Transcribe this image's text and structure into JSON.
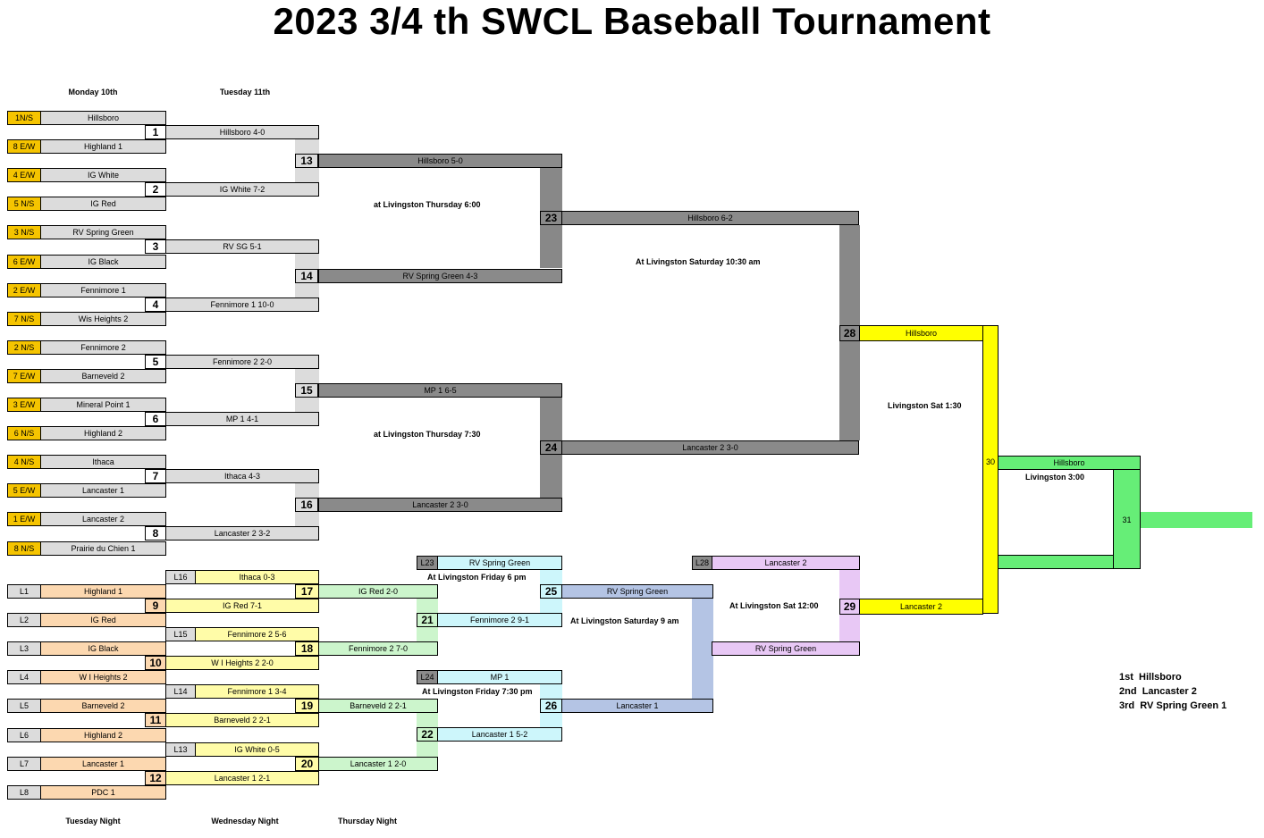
{
  "title": "2023   3/4 th SWCL Baseball Tournament",
  "colors": {
    "seed": "#f5c400",
    "round1": "#dcdcdc",
    "round2": "#c8c8c8",
    "dark": "#8a8a8a",
    "yellow": "#ffff00",
    "green": "#66ee77",
    "cons_orange": "#fcd8b0",
    "cons_yellow": "#fffca8",
    "cons_green": "#ccf5cc",
    "cons_cyan": "#cdf6fb",
    "cons_blue": "#b4c4e4",
    "cons_lavender": "#e8c8f5"
  },
  "headers": {
    "mon": "Monday 10th",
    "tue": "Tuesday 11th",
    "tue_night": "Tuesday Night",
    "wed_night": "Wednesday Night",
    "thu_night": "Thursday Night"
  },
  "seeds": [
    "1N/S",
    "8 E/W",
    "4 E/W",
    "5 N/S",
    "3 N/S",
    "6 E/W",
    "2 E/W",
    "7 N/S",
    "2 N/S",
    "7 E/W",
    "3 E/W",
    "6 N/S",
    "4 N/S",
    "5 E/W",
    "1 E/W",
    "8 N/S"
  ],
  "teams": [
    "Hillsboro",
    "Highland 1",
    "IG White",
    "IG Red",
    "RV Spring Green",
    "IG Black",
    "Fennimore 1",
    "Wis Heights 2",
    "Fennimore 2",
    "Barneveld 2",
    "Mineral Point 1",
    "Highland 2",
    "Ithaca",
    "Lancaster 1",
    "Lancaster 2",
    "Prairie du Chien 1"
  ],
  "r1": [
    {
      "num": "1",
      "text": "Hillsboro 4-0"
    },
    {
      "num": "2",
      "text": "IG White 7-2"
    },
    {
      "num": "3",
      "text": "RV SG 5-1"
    },
    {
      "num": "4",
      "text": "Fennimore 1 10-0"
    },
    {
      "num": "5",
      "text": "Fennimore 2  2-0"
    },
    {
      "num": "6",
      "text": "MP 1 4-1"
    },
    {
      "num": "7",
      "text": "Ithaca 4-3"
    },
    {
      "num": "8",
      "text": "Lancaster 2  3-2"
    }
  ],
  "r2": [
    {
      "num": "13",
      "text": "Hillsboro 5-0"
    },
    {
      "num": "14",
      "text": "RV Spring Green 4-3"
    },
    {
      "num": "15",
      "text": "MP 1 6-5"
    },
    {
      "num": "16",
      "text": "Lancaster 2 3-0"
    }
  ],
  "r3": [
    {
      "num": "23",
      "text": "Hillsboro 6-2"
    },
    {
      "num": "24",
      "text": "Lancaster 2   3-0"
    }
  ],
  "semi": {
    "num": "28",
    "text": "Hillsboro"
  },
  "g29": {
    "num": "29",
    "text": "Lancaster 2"
  },
  "g30": {
    "num": "30",
    "text": "Hillsboro"
  },
  "g31": {
    "num": "31"
  },
  "notes": {
    "thu6": "at Livingston Thursday 6:00",
    "thu730": "at Livingston Thursday 7:30",
    "sat1030": "At Livingston Saturday 10:30 am",
    "sat130": "Livingston Sat  1:30",
    "l300": "Livingston 3:00",
    "fri6": "At Livingston Friday 6 pm",
    "fri730": "At Livingston Friday 7:30 pm",
    "sat9": "At Livingston Saturday 9 am",
    "sat12": "At Livingston Sat 12:00"
  },
  "cons_losers": [
    "L1",
    "L2",
    "L3",
    "L4",
    "L5",
    "L6",
    "L7",
    "L8"
  ],
  "cons_teams": [
    "Highland 1",
    "IG Red",
    "IG Black",
    "W I Heights 2",
    "Barneveld 2",
    "Highland 2",
    "Lancaster 1",
    "PDC 1"
  ],
  "cons_r1": [
    {
      "num": "9",
      "text": "IG Red 7-1"
    },
    {
      "num": "10",
      "text": "W I Heights 2  2-0"
    },
    {
      "num": "11",
      "text": "Barneveld 2  2-1"
    },
    {
      "num": "12",
      "text": "Lancaster 1 2-1"
    }
  ],
  "cons_drops": [
    {
      "tag": "L16",
      "text": "Ithaca 0-3"
    },
    {
      "tag": "L15",
      "text": "Fennimore 2  5-6"
    },
    {
      "tag": "L14",
      "text": "Fennimore 1 3-4"
    },
    {
      "tag": "L13",
      "text": "IG White 0-5"
    }
  ],
  "cons_r2": [
    {
      "num": "17",
      "text": "IG Red 2-0"
    },
    {
      "num": "18",
      "text": "Fennimore 2 7-0"
    },
    {
      "num": "19",
      "text": "Barneveld 2  2-1"
    },
    {
      "num": "20",
      "text": "Lancaster 1 2-0"
    }
  ],
  "cons_drops2": [
    {
      "tag": "L23",
      "text": "RV Spring Green"
    },
    {
      "tag": "L24",
      "text": "MP 1"
    }
  ],
  "cons_r3": [
    {
      "num": "21",
      "text": "Fennimore 2 9-1"
    },
    {
      "num": "22",
      "text": "Lancaster 1  5-2"
    }
  ],
  "cons_r4": [
    {
      "num": "25",
      "text": "RV Spring Green"
    },
    {
      "num": "26",
      "text": "Lancaster 1"
    }
  ],
  "l28": {
    "tag": "L28",
    "text": "Lancaster 2"
  },
  "cons_final_bottom": "RV Spring Green",
  "results": [
    {
      "place": "1st",
      "team": "Hillsboro"
    },
    {
      "place": "2nd",
      "team": "Lancaster 2"
    },
    {
      "place": "3rd",
      "team": "RV Spring Green 1"
    }
  ]
}
